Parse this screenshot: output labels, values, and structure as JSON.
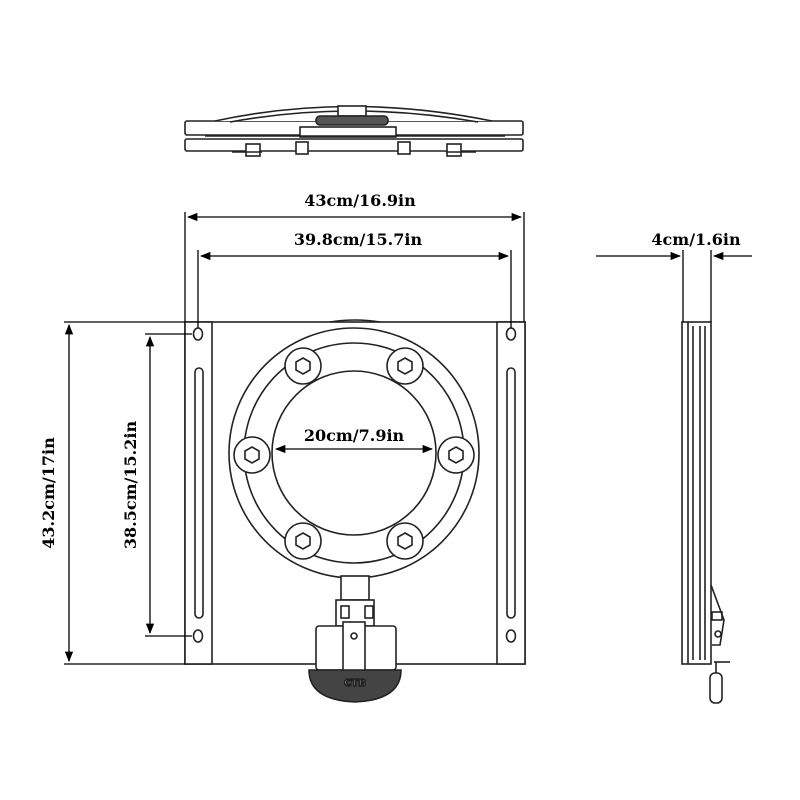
{
  "dimensions": {
    "overall_width": "43cm/16.9in",
    "hole_spacing_width": "39.8cm/15.7in",
    "thickness": "4cm/1.6in",
    "overall_height": "43.2cm/17in",
    "hole_spacing_height": "38.5cm/15.2in",
    "ring_inner_diameter": "20cm/7.9in"
  },
  "logo": {
    "text": "CTB"
  }
}
